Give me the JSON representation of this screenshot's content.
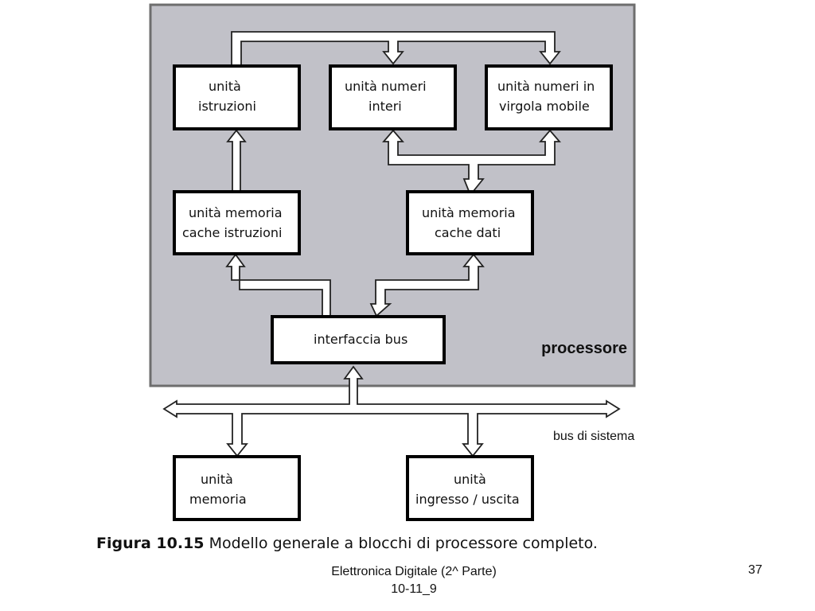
{
  "diagram": {
    "processor_label": "processore",
    "bus_label": "bus di sistema",
    "boxes": {
      "instr_unit": [
        "unità",
        "istruzioni"
      ],
      "int_unit": [
        "unità numeri",
        "interi"
      ],
      "float_unit": [
        "unità numeri in",
        "virgola mobile"
      ],
      "icache": [
        "unità memoria",
        "cache istruzioni"
      ],
      "dcache": [
        "unità memoria",
        "cache dati"
      ],
      "bus_if": [
        "interfaccia bus"
      ],
      "memory": [
        "unità",
        "memoria"
      ],
      "io": [
        "unità",
        "ingresso / uscita"
      ]
    }
  },
  "caption": {
    "number": "Figura 10.15",
    "text": "Modello generale a blocchi di processore completo."
  },
  "footer": {
    "line1": "Elettronica Digitale (2^ Parte)",
    "line2": "10-11_9",
    "page": "37"
  }
}
